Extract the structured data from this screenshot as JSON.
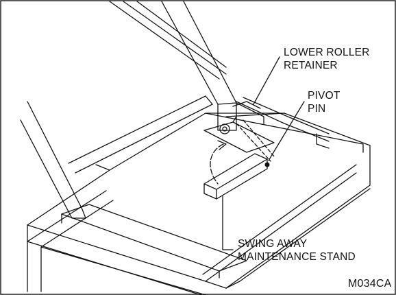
{
  "figure": {
    "labels": {
      "lower_roller_retainer_line1": "LOWER ROLLER",
      "lower_roller_retainer_line2": "RETAINER",
      "pivot_pin_line1": "PIVOT",
      "pivot_pin_line2": "PIN",
      "stand_line1": "SWING AWAY",
      "stand_line2": "MAINTENANCE STAND",
      "figure_code": "M034CA"
    },
    "colors": {
      "line": "#111111",
      "background": "#ffffff",
      "frame": "#222222"
    }
  }
}
